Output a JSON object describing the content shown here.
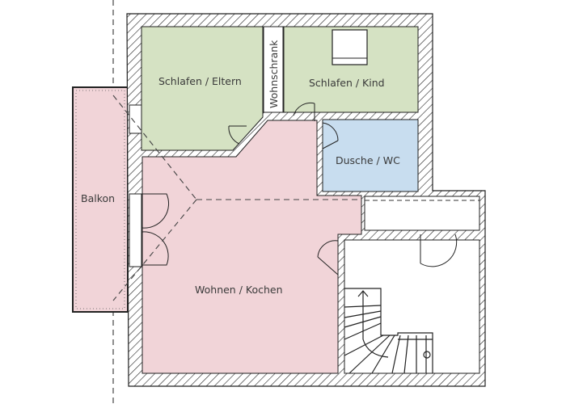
{
  "plan": {
    "colors": {
      "sleeping": "#d5e2c3",
      "bath": "#c8ddef",
      "living": "#f1d4d8",
      "balcony": "#f1d4d8",
      "wall_line": "#222222",
      "background": "#ffffff"
    },
    "rooms": [
      {
        "id": "schlafen-eltern",
        "label": "Schlafen / Eltern"
      },
      {
        "id": "schlafen-kind",
        "label": "Schlafen / Kind"
      },
      {
        "id": "dusche-wc",
        "label": "Dusche / WC"
      },
      {
        "id": "wohnen-kochen",
        "label": "Wohnen / Kochen"
      },
      {
        "id": "balkon",
        "label": "Balkon"
      },
      {
        "id": "wohnschrank",
        "label": "Wohnschrank"
      }
    ]
  }
}
